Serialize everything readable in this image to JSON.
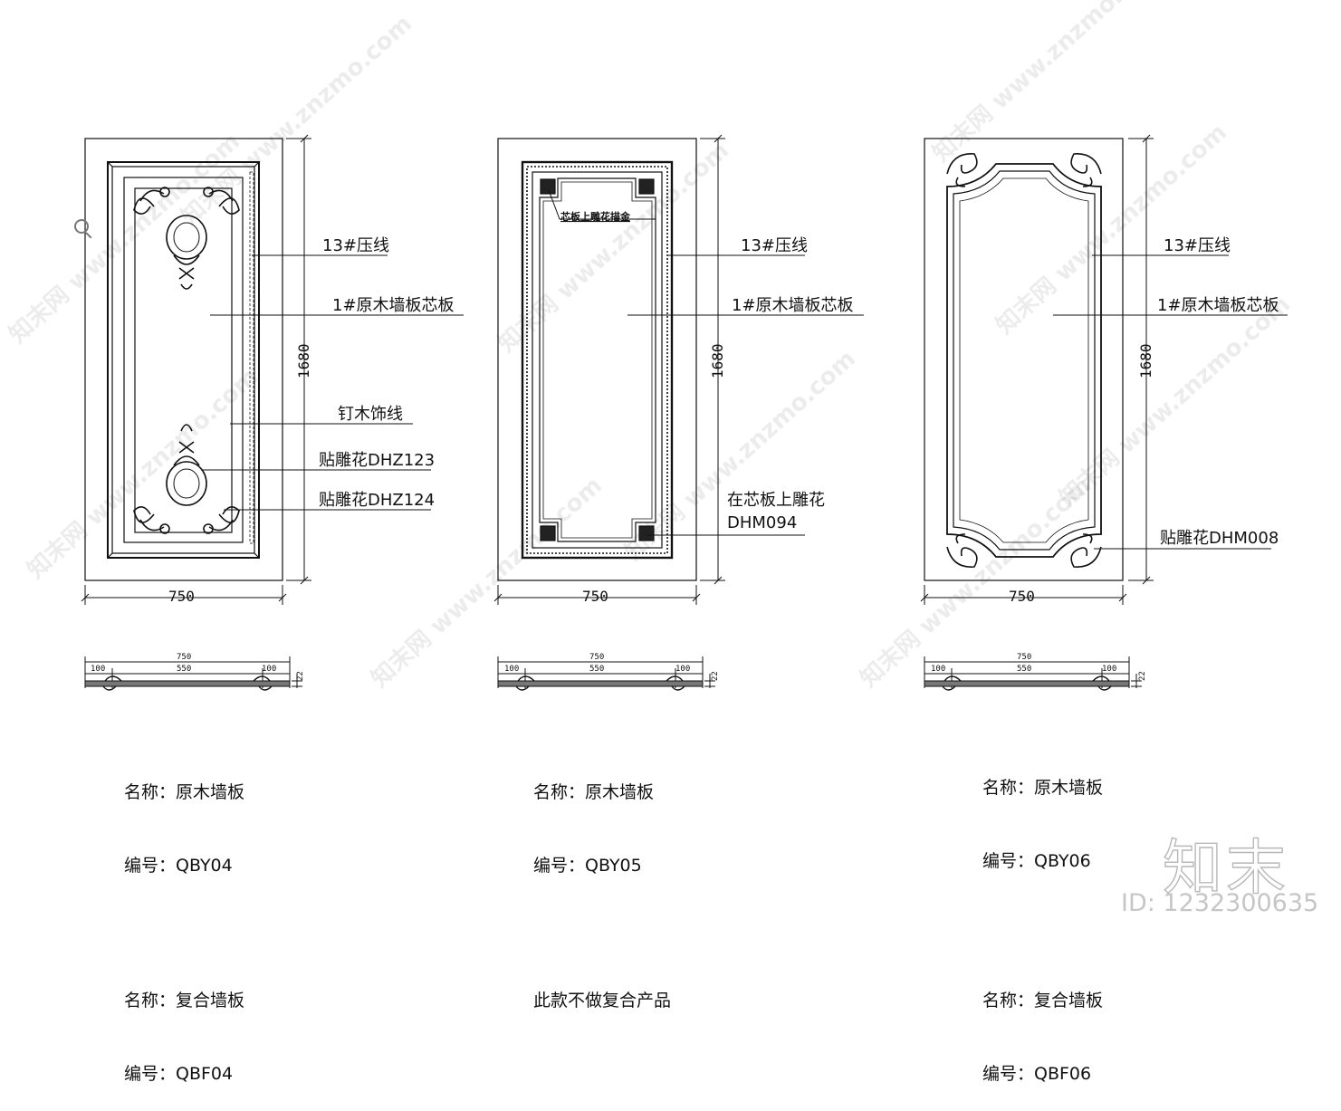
{
  "panels": [
    {
      "id": "QBY04",
      "width_label": "750",
      "height_label": "1680",
      "callouts": [
        "13#压线",
        "1#原木墙板芯板",
        "钉木饰线",
        "贴雕花DHZ123",
        "贴雕花DHZ124"
      ],
      "section": {
        "total": "750",
        "left": "100",
        "mid": "550",
        "right": "100",
        "thick": "22"
      },
      "info": [
        {
          "line1": "名称：原木墙板",
          "line2": "编号：QBY04"
        },
        {
          "line1": "名称：复合墙板",
          "line2": "编号：QBF04"
        }
      ]
    },
    {
      "id": "QBY05",
      "width_label": "750",
      "height_label": "1680",
      "inner_label": "芯板上雕花描金",
      "callouts": [
        "13#压线",
        "1#原木墙板芯板",
        "在芯板上雕花",
        "DHM094"
      ],
      "section": {
        "total": "750",
        "left": "100",
        "mid": "550",
        "right": "100",
        "thick": "22"
      },
      "info": [
        {
          "line1": "名称：原木墙板",
          "line2": "编号：QBY05"
        },
        {
          "line1": "此款不做复合产品",
          "line2": ""
        }
      ]
    },
    {
      "id": "QBY06",
      "width_label": "750",
      "height_label": "1680",
      "callouts": [
        "13#压线",
        "1#原木墙板芯板",
        "贴雕花DHM008"
      ],
      "section": {
        "total": "750",
        "left": "100",
        "mid": "550",
        "right": "100",
        "thick": "22"
      },
      "info": [
        {
          "line1": "名称：原木墙板",
          "line2": "编号：QBY06"
        },
        {
          "line1": "名称：复合墙板",
          "line2": "编号：QBF06"
        }
      ]
    }
  ],
  "watermark": {
    "site": "www.znzmo.com",
    "cn": "知末网"
  },
  "brand": {
    "logo": "知末",
    "id": "ID: 1232300635"
  },
  "icons": [
    "zoom-icon"
  ]
}
